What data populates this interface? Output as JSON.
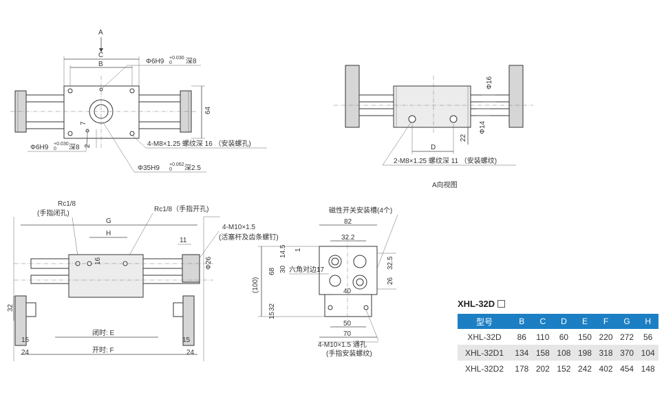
{
  "view_a": {
    "A": "A",
    "C": "C",
    "B": "B",
    "phi6_top": "Φ6H9",
    "phi6_top_tol": "+0.030",
    "phi6_top_tol0": "0",
    "phi6_top_depth": "深8",
    "dim64": "64",
    "dim7": "7",
    "dim2": "2",
    "phi6_left": "Φ6H9",
    "phi6_left_tol": "+0.030",
    "phi6_left_tol0": "0",
    "phi6_left_depth": "深8",
    "m8_note": "4-M8×1.25 螺纹深 16 （安装螺孔)",
    "phi35": "Φ35H9",
    "phi35_tol": "+0.062",
    "phi35_tol0": "0",
    "phi35_depth": "深2.5"
  },
  "view_b": {
    "phi16": "Φ16",
    "phi14": "Φ14",
    "dim22": "22",
    "D": "D",
    "m8_note": "2-M8×1.25 螺纹深 11 （安装螺纹)",
    "caption": "A向视图"
  },
  "view_c": {
    "rc_close": "Rc1/8",
    "rc_close_sub": "(手指闭孔)",
    "rc_open": "Rc1/8（手指开孔)",
    "G": "G",
    "H": "H",
    "dim16": "16",
    "dim11": "11",
    "phi26": "Φ26",
    "m10_note": "4-M10×1.5",
    "m10_sub": "(活塞杆及齿条螺钉)",
    "dim32": "32",
    "dim15a": "15",
    "dim24a": "24",
    "dim15b": "15",
    "dim24b": "24",
    "close_E": "闭时: E",
    "open_F": "开时: F"
  },
  "view_d": {
    "sensor_note": "磁性开关安装槽(4个)",
    "d82": "82",
    "d322": "32.2",
    "d1": "1",
    "d145": "14.5",
    "d30": "30",
    "d68": "68",
    "d100": "(100)",
    "d32": "32",
    "d15": "15",
    "hex": "六角对边17",
    "d325": "32.5",
    "d26": "26",
    "d40": "40",
    "d50": "50",
    "d70": "70",
    "m10_note": "4-M10×1.5 通孔",
    "m10_sub": "(手指安装螺纹)"
  },
  "spec": {
    "title": "XHL-32D",
    "headers": [
      "型号",
      "B",
      "C",
      "D",
      "E",
      "F",
      "G",
      "H"
    ],
    "rows": [
      [
        "XHL-32D",
        "86",
        "110",
        "60",
        "150",
        "220",
        "272",
        "56"
      ],
      [
        "XHL-32D1",
        "134",
        "158",
        "108",
        "198",
        "318",
        "370",
        "104"
      ],
      [
        "XHL-32D2",
        "178",
        "202",
        "152",
        "242",
        "402",
        "454",
        "148"
      ]
    ]
  }
}
